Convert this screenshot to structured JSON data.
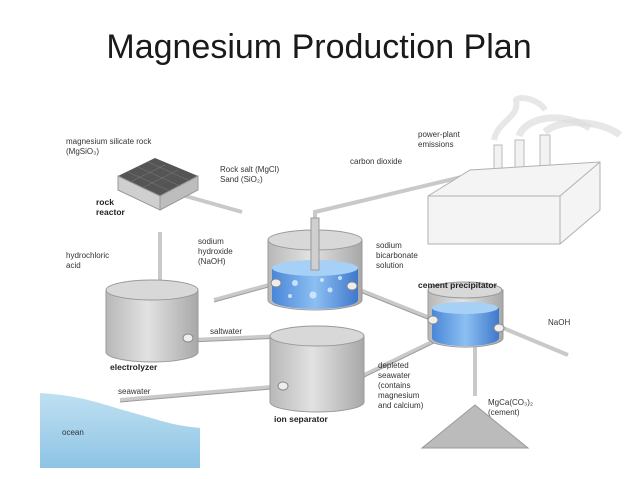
{
  "title": "Magnesium Production Plan",
  "labels": {
    "rock_line1": "magnesium silicate rock",
    "rock_line2": "(MgSiO₃)",
    "rock_reactor_1": "rock",
    "rock_reactor_2": "reactor",
    "rocksalt_1": "Rock salt (MgCl)",
    "rocksalt_2": "Sand (SiO₂)",
    "carbon_dioxide": "carbon dioxide",
    "emissions_1": "power-plant",
    "emissions_2": "emissions",
    "hcl_1": "hydrochloric",
    "hcl_2": "acid",
    "naoh_in_1": "sodium",
    "naoh_in_2": "hydroxide",
    "naoh_in_3": "(NaOH)",
    "bicarb_1": "sodium",
    "bicarb_2": "bicarbonate",
    "bicarb_3": "solution",
    "cement_precipitator": "cement precipitator",
    "naoh_right": "NaOH",
    "saltwater": "saltwater",
    "electrolyzer": "electrolyzer",
    "depleted_1": "depleted",
    "depleted_2": "seawater",
    "depleted_3": "(contains",
    "depleted_4": "magnesium",
    "depleted_5": "and calcium)",
    "cement_1": "MgCa(CO₃)₂",
    "cement_2": "(cement)",
    "seawater": "seawater",
    "ion_separator": "ion separator",
    "ocean": "ocean"
  }
}
